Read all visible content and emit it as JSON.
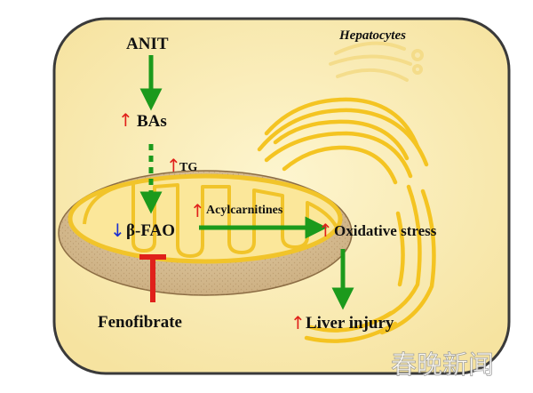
{
  "cell_label": "Hepatocytes",
  "nodes": {
    "anit": "ANIT",
    "bas": "BAs",
    "tg": "TG",
    "bfao": "β-FAO",
    "acylcarnitines": "Acylcarnitines",
    "oxidative_stress": "Oxidative stress",
    "liver_injury": "Liver injury",
    "fenofibrate": "Fenofibrate"
  },
  "indicators": {
    "up_glyph": "↑",
    "down_glyph": "↓"
  },
  "watermark": "春晚新闻",
  "colors": {
    "background": "#fbeeb6",
    "cell_border": "#3a3a3a",
    "arrow_green": "#1c9a1c",
    "inhibit_red": "#e0201a",
    "up_red": "#e0201a",
    "down_blue": "#1a2fd0",
    "organelle_yellow": "#f4c21a",
    "mito_tan": "#d8bf96"
  }
}
